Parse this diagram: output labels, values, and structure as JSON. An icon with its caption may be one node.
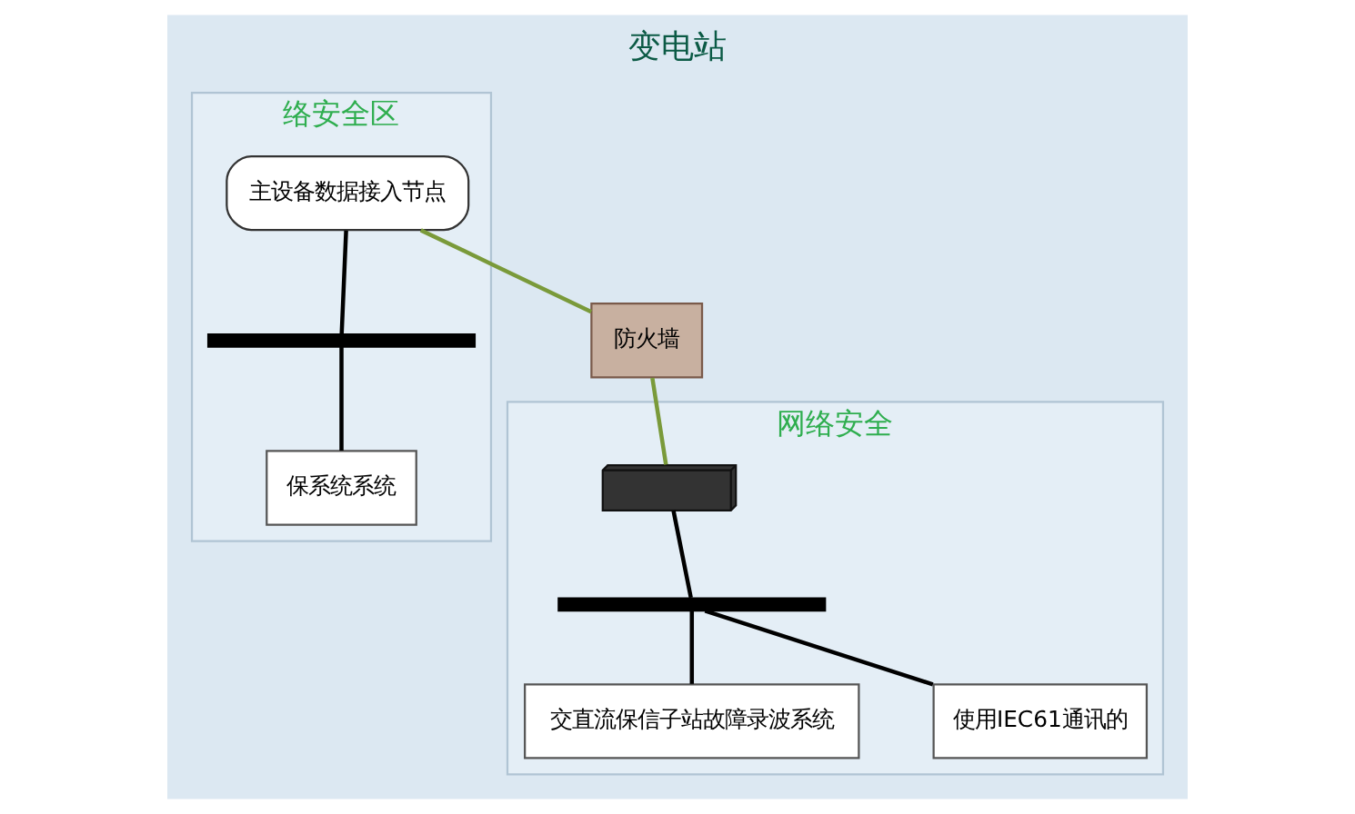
{
  "diagram": {
    "title": "变电站",
    "nodes": [
      {
        "text": [
          "络安全区"
        ]
      },
      {
        "text": [
          "主设备数据接入节点"
        ],
        "in": 0
      },
      {
        "text": [],
        "shape": "bar",
        "in": 0
      },
      {
        "text": [
          "保系统系统"
        ],
        "in": 0
      },
      {
        "text": [
          "防火墙"
        ]
      },
      {
        "text": [
          "网络安全"
        ]
      },
      {
        "text": [],
        "shape": "picture",
        "in": 5
      },
      {
        "text": [],
        "shape": "bar",
        "in": 5
      },
      {
        "text": [
          "交直流保信子站故障录波系统"
        ],
        "in": 5
      },
      {
        "text": [
          "使用IEC61通讯的"
        ],
        "in": 5
      }
    ],
    "edges": [
      {
        "from": 1,
        "to": 4,
        "arrow": "none",
        "color": "#7a9a3a"
      },
      {
        "from": 4,
        "to": 6,
        "arrow": "none",
        "color": "#7a9a3a"
      },
      {
        "from": 1,
        "to": 2,
        "arrow": "none"
      },
      {
        "from": 2,
        "to": 3,
        "arrow": "none"
      },
      {
        "from": 6,
        "to": 7,
        "arrow": "none"
      },
      {
        "from": 7,
        "to": 8,
        "arrow": "none"
      },
      {
        "from": 7,
        "to": 9,
        "arrow": "none"
      }
    ]
  }
}
